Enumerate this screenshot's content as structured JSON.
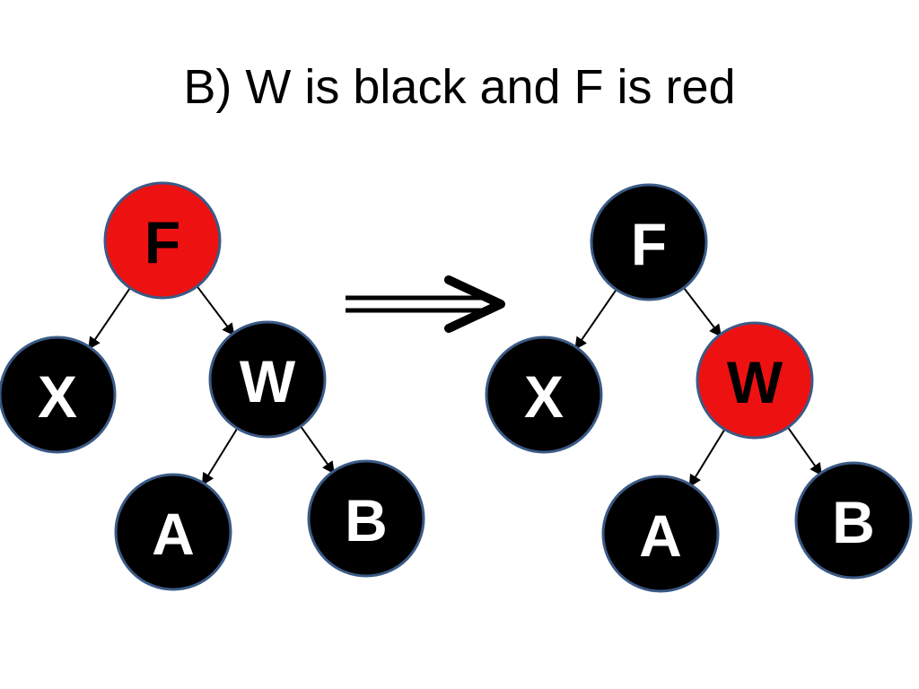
{
  "title": "B) W is black and F is red",
  "colors": {
    "red": "#ee1111",
    "black": "#000000",
    "node_border": "#3a5a86",
    "label_on_black": "#ffffff",
    "label_on_red": "#000000"
  },
  "before_tree": {
    "nodes": [
      {
        "id": "F",
        "label": "F",
        "color": "red"
      },
      {
        "id": "X",
        "label": "X",
        "color": "black"
      },
      {
        "id": "W",
        "label": "W",
        "color": "black"
      },
      {
        "id": "A",
        "label": "A",
        "color": "black"
      },
      {
        "id": "B",
        "label": "B",
        "color": "black"
      }
    ],
    "edges": [
      [
        "F",
        "X"
      ],
      [
        "F",
        "W"
      ],
      [
        "W",
        "A"
      ],
      [
        "W",
        "B"
      ]
    ]
  },
  "transform_arrow": "double-arrow-right",
  "after_tree": {
    "nodes": [
      {
        "id": "F",
        "label": "F",
        "color": "black"
      },
      {
        "id": "X",
        "label": "X",
        "color": "black"
      },
      {
        "id": "W",
        "label": "W",
        "color": "red"
      },
      {
        "id": "A",
        "label": "A",
        "color": "black"
      },
      {
        "id": "B",
        "label": "B",
        "color": "black"
      }
    ],
    "edges": [
      [
        "F",
        "X"
      ],
      [
        "F",
        "W"
      ],
      [
        "W",
        "A"
      ],
      [
        "W",
        "B"
      ]
    ]
  }
}
